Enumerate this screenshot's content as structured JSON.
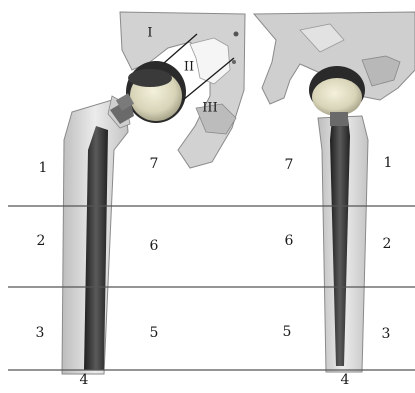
{
  "left_view": {
    "zones": [
      "1",
      "2",
      "3",
      "4",
      "5",
      "6",
      "7"
    ],
    "acetabular_zones": [
      "I",
      "II",
      "III"
    ]
  },
  "right_view": {
    "zones": [
      "7",
      "6",
      "5",
      "4",
      "1",
      "2",
      "3"
    ]
  },
  "colors": {
    "bone": "#d8d8d8",
    "bone_dark": "#9a9a9a",
    "stem": "#3a3a3a",
    "head": "#2b2b2b",
    "divider": "#555555"
  }
}
